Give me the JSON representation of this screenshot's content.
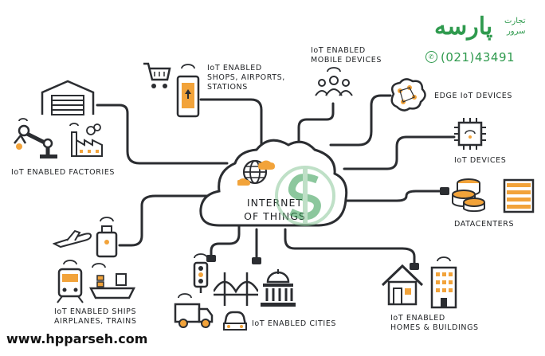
{
  "center": {
    "line1": "INTERNET",
    "line2": "OF THINGS"
  },
  "labels": {
    "factories": "IoT ENABLED FACTORIES",
    "shops_l1": "IoT ENABLED",
    "shops_l2": "SHOPS, AIRPORTS,",
    "shops_l3": "STATIONS",
    "mobile_l1": "IoT ENABLED",
    "mobile_l2": "MOBILE DEVICES",
    "edge": "EDGE IoT DEVICES",
    "iot_devices": "IoT DEVICES",
    "datacenters": "DATACENTERS",
    "transport_l1": "IoT ENABLED SHIPS",
    "transport_l2": "AIRPLANES, TRAINS",
    "cities": "IoT ENABLED CITIES",
    "homes_l1": "IoT ENABLED",
    "homes_l2": "HOMES & BUILDINGS"
  },
  "watermark": {
    "brand": "پارسه",
    "sub_l1": "تجارت",
    "sub_l2": "سرور",
    "phone": "(021)43491",
    "website": "www.hpparseh.com"
  },
  "colors": {
    "stroke": "#2b2d31",
    "accent": "#f2a33a",
    "brand_green": "#2f9a4e"
  }
}
